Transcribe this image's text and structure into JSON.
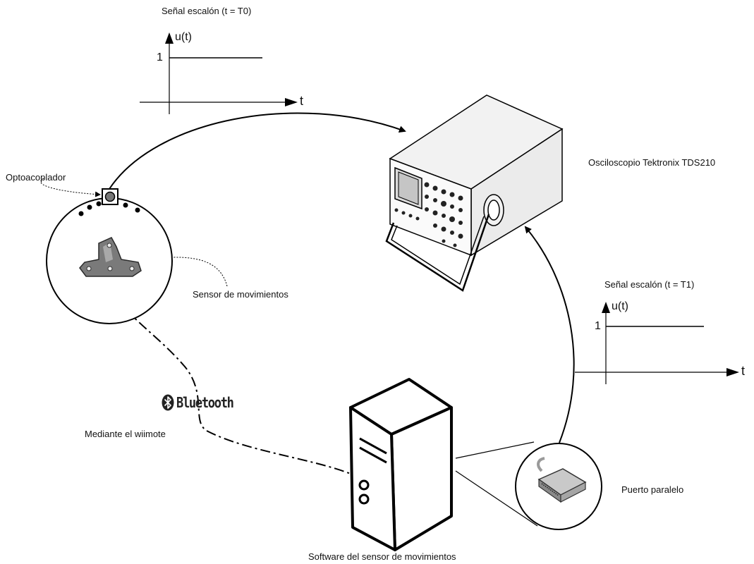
{
  "labels": {
    "signal_t0_title": "Señal escalón (t = T0)",
    "signal_t1_title": "Señal escalón (t = T1)",
    "optocoupler": "Optoacoplador",
    "oscilloscope": "Osciloscopio Tektronix TDS210",
    "motion_sensor": "Sensor de movimientos",
    "bluetooth_via": "Mediante el wiimote",
    "parallel_port": "Puerto paralelo",
    "software": "Software del sensor de movimientos"
  },
  "bluetooth_logo": {
    "text": "Bluetooth",
    "icon": "bluetooth-icon"
  },
  "signal_t0": {
    "y_axis": "u(t)",
    "x_axis": "t",
    "level": "1"
  },
  "signal_t1": {
    "y_axis": "u(t)",
    "x_axis": "t",
    "level": "1"
  }
}
